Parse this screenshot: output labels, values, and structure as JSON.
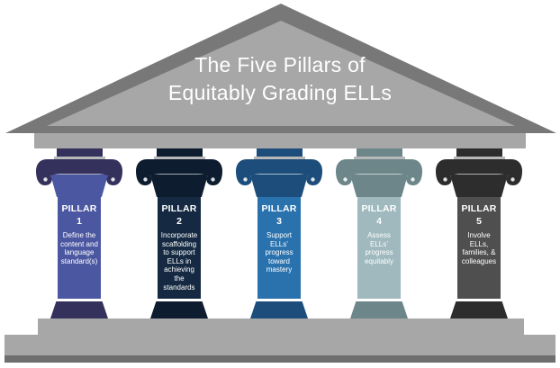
{
  "title": {
    "line1": "The Five Pillars of",
    "line2": "Equitably Grading ELLs"
  },
  "colors": {
    "background": "#ffffff",
    "pediment_border": "#787878",
    "pediment_fill": "#a7a7a7",
    "beam": "#a7a7a7",
    "step": "#a7a7a7",
    "base_strip": "#6e6e6e",
    "title_text": "#ffffff",
    "pillar_text": "#ffffff",
    "plinth_line": "#b8b8b8"
  },
  "pillars": [
    {
      "label": "PILLAR",
      "number": "1",
      "description": "Define the content and language standard(s)",
      "colors": {
        "capital": "#34325c",
        "echinus": "#4c57a2",
        "shaft": "#4c57a2"
      }
    },
    {
      "label": "PILLAR",
      "number": "2",
      "description": "Incorporate scaffolding to support ELLs in achieving the standards",
      "colors": {
        "capital": "#0d1c2f",
        "echinus": "#0d1c2f",
        "shaft": "#152a42"
      }
    },
    {
      "label": "PILLAR",
      "number": "3",
      "description": "Support ELLs’ progress toward mastery",
      "colors": {
        "capital": "#1d4e7b",
        "echinus": "#1d4e7b",
        "shaft": "#2a72ae"
      }
    },
    {
      "label": "PILLAR",
      "number": "4",
      "description": "Assess ELLs’ progress equitably",
      "colors": {
        "capital": "#6c8689",
        "echinus": "#6c8689",
        "shaft": "#9fb9be"
      }
    },
    {
      "label": "PILLAR",
      "number": "5",
      "description": "Involve ELLs, families, & colleagues",
      "colors": {
        "capital": "#2d2d2d",
        "echinus": "#2d2d2d",
        "shaft": "#4f4f4f"
      }
    }
  ]
}
